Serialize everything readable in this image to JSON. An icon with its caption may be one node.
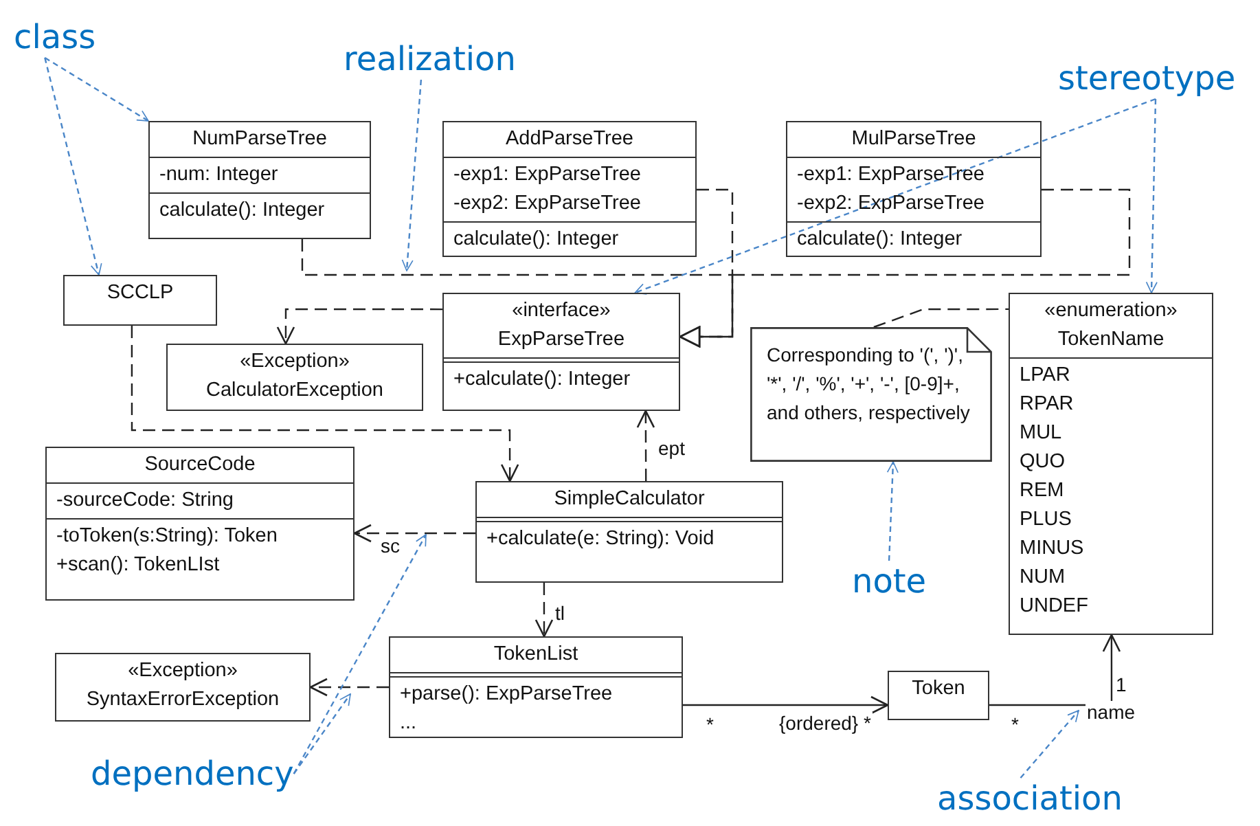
{
  "diagram": {
    "nodes": [
      {
        "text": [
          "class"
        ]
      },
      {
        "text": [
          "realization"
        ]
      },
      {
        "text": [
          "stereotype"
        ]
      },
      {
        "text": [
          "NumParseTree",
          "-num: Integer",
          "calculate(): Integer"
        ]
      },
      {
        "text": [
          "AddParseTree",
          "-exp1: ExpParseTree",
          "-exp2: ExpParseTree",
          "calculate(): Integer"
        ]
      },
      {
        "text": [
          "MulParseTree",
          "-exp1: ExpParseTree",
          "-exp2: ExpParseTree",
          "calculate(): Integer"
        ]
      },
      {
        "text": [
          "SCCLP"
        ]
      },
      {
        "text": [
          "«interface»",
          "ExpParseTree",
          "+calculate(): Integer"
        ]
      },
      {
        "text": [
          "«Exception»",
          "CalculatorException"
        ]
      },
      {
        "text": [
          "Corresponding to '(', ')', '*', '/', '%', '+', '-', [0-9]+, and others, respectively"
        ]
      },
      {
        "text": [
          "«enumeration»",
          "TokenName",
          "LPAR",
          "RPAR",
          "MUL",
          "QUO",
          "REM",
          "PLUS",
          "MINUS",
          "NUM",
          "UNDEF"
        ]
      },
      {
        "text": [
          "SourceCode",
          "-sourceCode: String",
          "-toToken(s:String): Token",
          "+scan(): TokenLIst"
        ]
      },
      {
        "text": [
          "SimpleCalculator",
          "+calculate(e: String): Void"
        ]
      },
      {
        "text": [
          "note"
        ]
      },
      {
        "text": [
          "TokenList",
          "+parse(): ExpParseTree",
          "..."
        ]
      },
      {
        "text": [
          "«Exception»",
          "SyntaxErrorException"
        ]
      },
      {
        "text": [
          "Token"
        ]
      },
      {
        "text": [
          "dependency"
        ]
      },
      {
        "text": [
          "association"
        ]
      }
    ],
    "edges": [
      {
        "from": 3,
        "to": 7,
        "arrow": "to",
        "style": "dashed"
      },
      {
        "from": 4,
        "to": 7,
        "arrow": "to",
        "style": "dashed"
      },
      {
        "from": 5,
        "to": 7,
        "arrow": "to",
        "style": "dashed"
      },
      {
        "from": 7,
        "to": 8,
        "arrow": "to",
        "style": "dashed"
      },
      {
        "from": 6,
        "to": 12,
        "arrow": "to",
        "style": "dashed"
      },
      {
        "from": 12,
        "to": 11,
        "arrow": "to",
        "style": "dashed",
        "label": "sc"
      },
      {
        "from": 12,
        "to": 7,
        "arrow": "to",
        "style": "dashed",
        "label": "ept"
      },
      {
        "from": 12,
        "to": 14,
        "arrow": "to",
        "style": "dashed",
        "label": "tl"
      },
      {
        "from": 14,
        "to": 15,
        "arrow": "to",
        "style": "dashed"
      },
      {
        "from": 14,
        "to": 16,
        "arrow": "to",
        "label": "{ordered} *"
      },
      {
        "from": 16,
        "to": 10,
        "arrow": "to",
        "label": "name"
      },
      {
        "from": 9,
        "to": 10,
        "arrow": "none",
        "style": "dashed"
      },
      {
        "from": 0,
        "to": 3,
        "arrow": "to",
        "style": "dashed",
        "color": "#4a86c8"
      },
      {
        "from": 0,
        "to": 6,
        "arrow": "to",
        "style": "dashed",
        "color": "#4a86c8"
      },
      {
        "from": 1,
        "to": null,
        "arrow": "to",
        "style": "dashed",
        "color": "#4a86c8"
      },
      {
        "from": 2,
        "to": 7,
        "arrow": "to",
        "style": "dashed",
        "color": "#4a86c8"
      },
      {
        "from": 2,
        "to": 10,
        "arrow": "to",
        "style": "dashed",
        "color": "#4a86c8"
      },
      {
        "from": 13,
        "to": 9,
        "arrow": "to",
        "style": "dashed",
        "color": "#4a86c8"
      },
      {
        "from": 17,
        "to": null,
        "arrow": "to",
        "style": "dashed",
        "color": "#4a86c8"
      },
      {
        "from": 17,
        "to": null,
        "arrow": "to",
        "style": "dashed",
        "color": "#4a86c8"
      },
      {
        "from": 18,
        "to": null,
        "arrow": "to",
        "style": "dashed",
        "color": "#4a86c8"
      }
    ],
    "labels": [
      "*",
      "1",
      "*"
    ]
  }
}
